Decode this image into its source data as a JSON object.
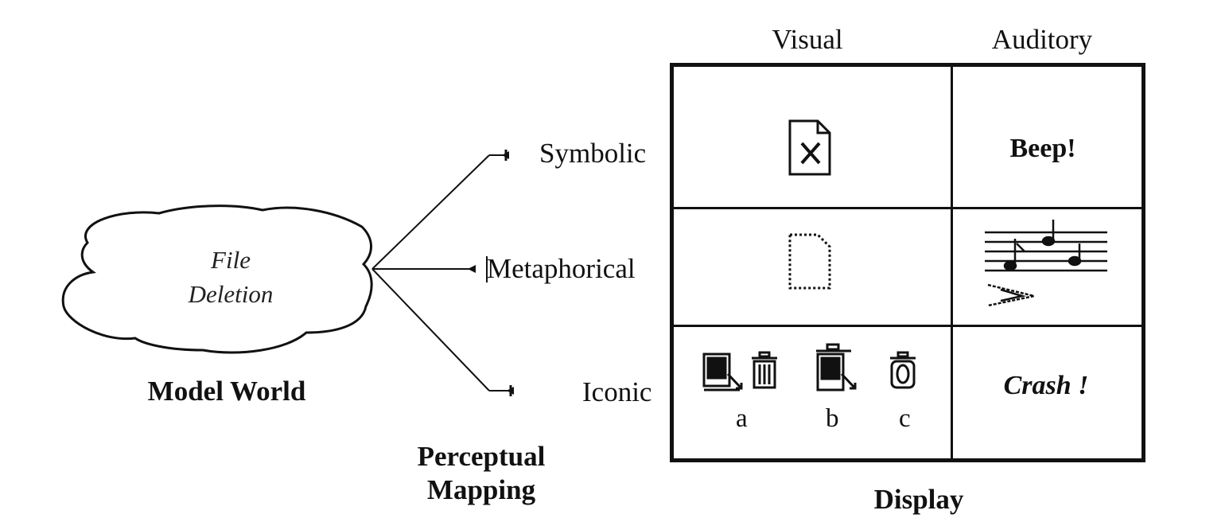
{
  "model_world": {
    "cloud_line1": "File",
    "cloud_line2": "Deletion",
    "label": "Model World"
  },
  "mapping": {
    "label_line1": "Perceptual",
    "label_line2": "Mapping",
    "symbolic": "Symbolic",
    "metaphorical": "Metaphorical",
    "iconic": "Iconic"
  },
  "display": {
    "col_visual": "Visual",
    "col_auditory": "Auditory",
    "label": "Display",
    "beep": "Beep!",
    "crash": "Crash !",
    "icon_labels": [
      "a",
      "b",
      "c"
    ]
  }
}
